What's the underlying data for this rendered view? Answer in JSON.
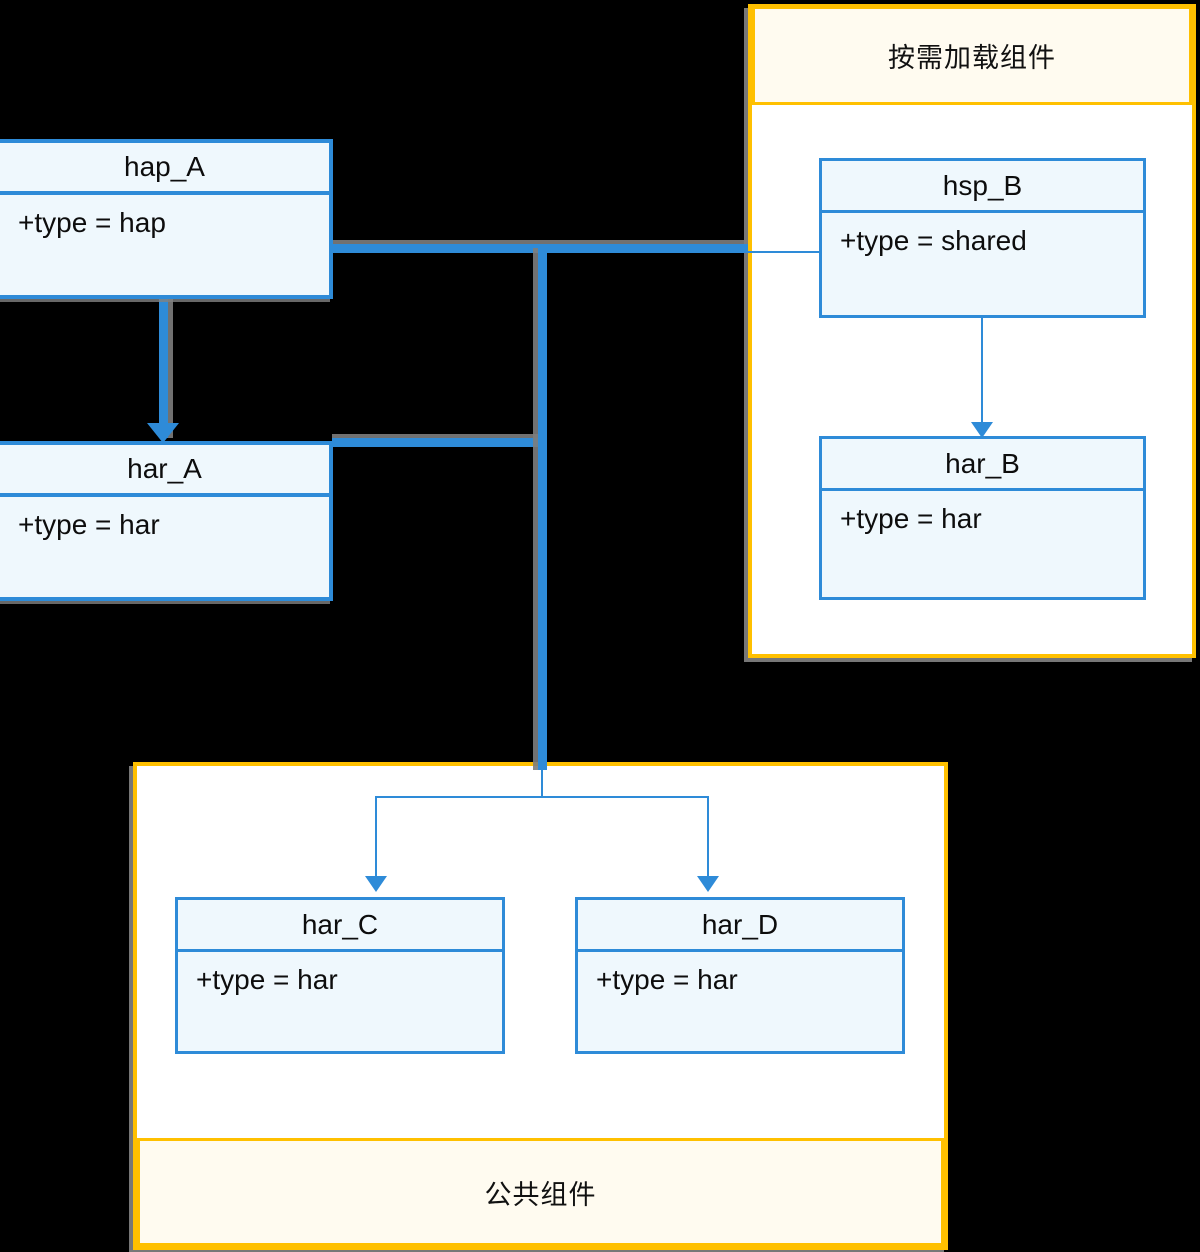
{
  "diagram": {
    "type": "component-dependency-uml",
    "background": "#000000",
    "accent_blue": "#2e8bd8",
    "accent_orange": "#ffc000",
    "box_fill": "#eff8fd",
    "caption_fill": "#fffbf0"
  },
  "groups": [
    {
      "id": "on-demand",
      "caption": "按需加载组件",
      "caption_position": "top"
    },
    {
      "id": "public",
      "caption": "公共组件",
      "caption_position": "bottom"
    }
  ],
  "nodes": [
    {
      "id": "hap_A",
      "title": "hap_A",
      "attribute": "+type = hap"
    },
    {
      "id": "har_A",
      "title": "har_A",
      "attribute": "+type = har"
    },
    {
      "id": "hsp_B",
      "title": "hsp_B",
      "attribute": "+type = shared"
    },
    {
      "id": "har_B",
      "title": "har_B",
      "attribute": "+type = har"
    },
    {
      "id": "har_C",
      "title": "har_C",
      "attribute": "+type = har"
    },
    {
      "id": "har_D",
      "title": "har_D",
      "attribute": "+type = har"
    }
  ],
  "edges": [
    {
      "from": "hap_A",
      "to": "har_A",
      "style": "thick",
      "arrow": true
    },
    {
      "from": "hap_A",
      "to": "hsp_B",
      "style": "thick",
      "arrow": false
    },
    {
      "from": "har_A",
      "to": "har_C",
      "style": "thick",
      "arrow": true
    },
    {
      "from": "har_A",
      "to": "har_D",
      "style": "thick",
      "arrow": true
    },
    {
      "from": "hsp_B",
      "to": "har_B",
      "style": "thin",
      "arrow": true
    }
  ]
}
